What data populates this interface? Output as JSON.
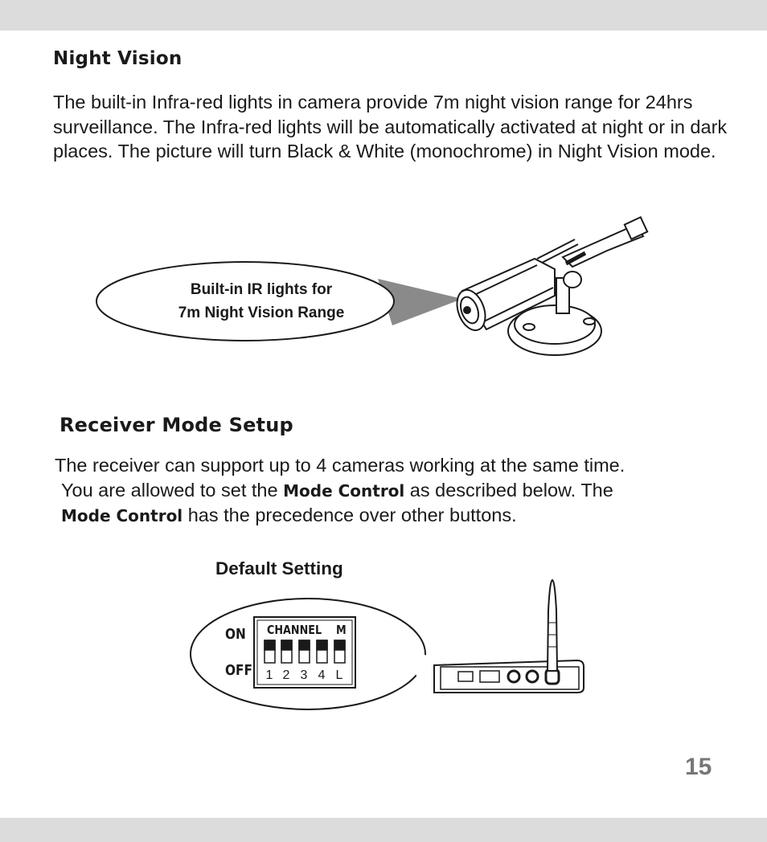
{
  "night_vision": {
    "heading": "Night Vision",
    "body": "The built-in Infra-red lights in camera provide 7m night vision range for 24hrs surveillance. The Infra-red lights will be automatically activated at night or in dark places. The picture will turn Black & White (monochrome) in Night Vision mode.",
    "callout_line1": "Built-in IR lights for",
    "callout_line2": "7m Night Vision Range"
  },
  "receiver_mode": {
    "heading": "Receiver Mode Setup",
    "line1": "The receiver can support up to 4 cameras working at the same time.",
    "line2_pre": "You are allowed to set the ",
    "line2_bold": "Mode Control",
    "line2_post": "  as described below. The",
    "line3_bold": "Mode Control",
    "line3_post": "  has the precedence over other buttons.",
    "figure_title": "Default Setting",
    "switch_on": "ON",
    "switch_off": "OFF",
    "channel_label": "CHANNEL",
    "mode_label": "M",
    "switch_numbers": [
      "1",
      "2",
      "3",
      "4",
      "L"
    ]
  },
  "page_number": "15"
}
